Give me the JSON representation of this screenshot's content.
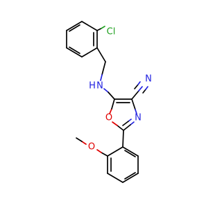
{
  "atoms": {
    "chlorine": "Cl",
    "amine": "H",
    "amine_n": "N",
    "nitrile_n": "N",
    "ring_o": "O",
    "ring_n": "N",
    "methoxy_o": "O"
  },
  "colors": {
    "carbon": "#000000",
    "nitrogen": "#2020e0",
    "oxygen": "#e00000",
    "chlorine": "#1fa01f"
  }
}
